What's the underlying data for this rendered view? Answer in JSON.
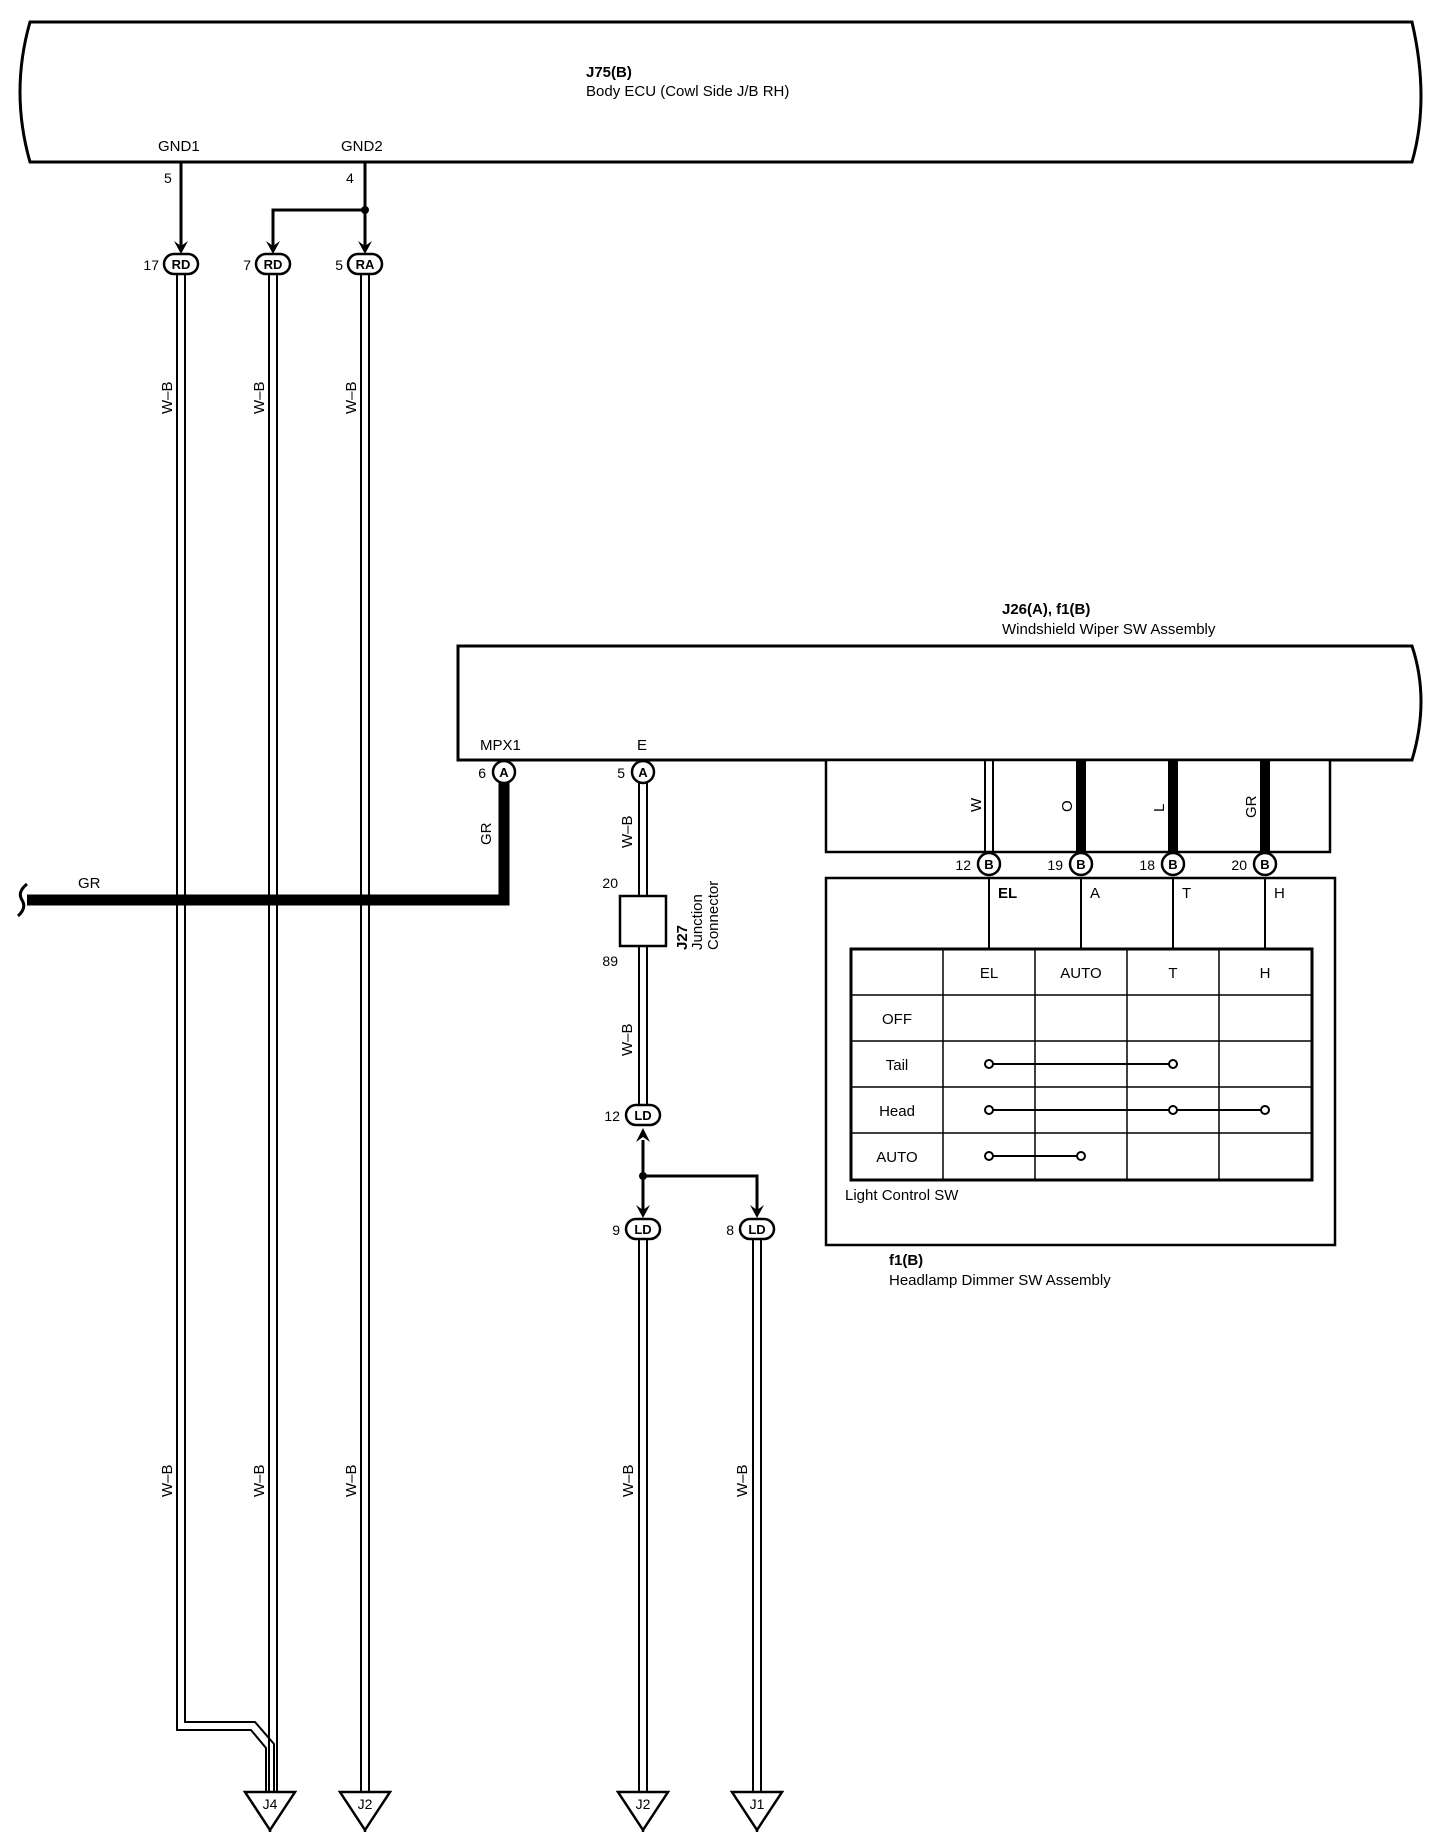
{
  "top_ecu": {
    "connector": "J75(B)",
    "name": "Body ECU (Cowl Side J/B RH)",
    "pins": [
      {
        "name": "GND1",
        "number": "5"
      },
      {
        "name": "GND2",
        "number": "4"
      }
    ]
  },
  "wiper_sw": {
    "connector": "J26(A), f1(B)",
    "name": "Windshield Wiper SW Assembly",
    "pins": [
      {
        "name": "MPX1",
        "number": "6",
        "code": "A"
      },
      {
        "name": "E",
        "number": "5",
        "code": "A"
      }
    ]
  },
  "left_connectors": [
    {
      "number": "17",
      "code": "RD"
    },
    {
      "number": "7",
      "code": "RD"
    },
    {
      "number": "5",
      "code": "RA"
    }
  ],
  "wire_colors": {
    "wb": "W–B",
    "gr": "GR",
    "w": "W",
    "o": "O",
    "l": "L",
    "gr2": "GR"
  },
  "junction": {
    "id": "J27",
    "line1": "Junction",
    "line2": "Connector",
    "pin_top": "20",
    "pin_bottom": "89"
  },
  "ld_connectors": [
    {
      "number": "12",
      "code": "LD"
    },
    {
      "number": "9",
      "code": "LD"
    },
    {
      "number": "8",
      "code": "LD"
    }
  ],
  "dimmer": {
    "pins": [
      {
        "number": "12",
        "code": "B",
        "terminal": "EL"
      },
      {
        "number": "19",
        "code": "B",
        "terminal": "A"
      },
      {
        "number": "18",
        "code": "B",
        "terminal": "T"
      },
      {
        "number": "20",
        "code": "B",
        "terminal": "H"
      }
    ],
    "table_headers": [
      "EL",
      "AUTO",
      "T",
      "H"
    ],
    "table_rows": [
      "OFF",
      "Tail",
      "Head",
      "AUTO"
    ],
    "switch_name": "Light Control SW",
    "connector": "f1(B)",
    "name": "Headlamp Dimmer SW Assembly"
  },
  "grounds": [
    {
      "id": "J4"
    },
    {
      "id": "J2"
    },
    {
      "id": "J2"
    },
    {
      "id": "J1"
    }
  ]
}
